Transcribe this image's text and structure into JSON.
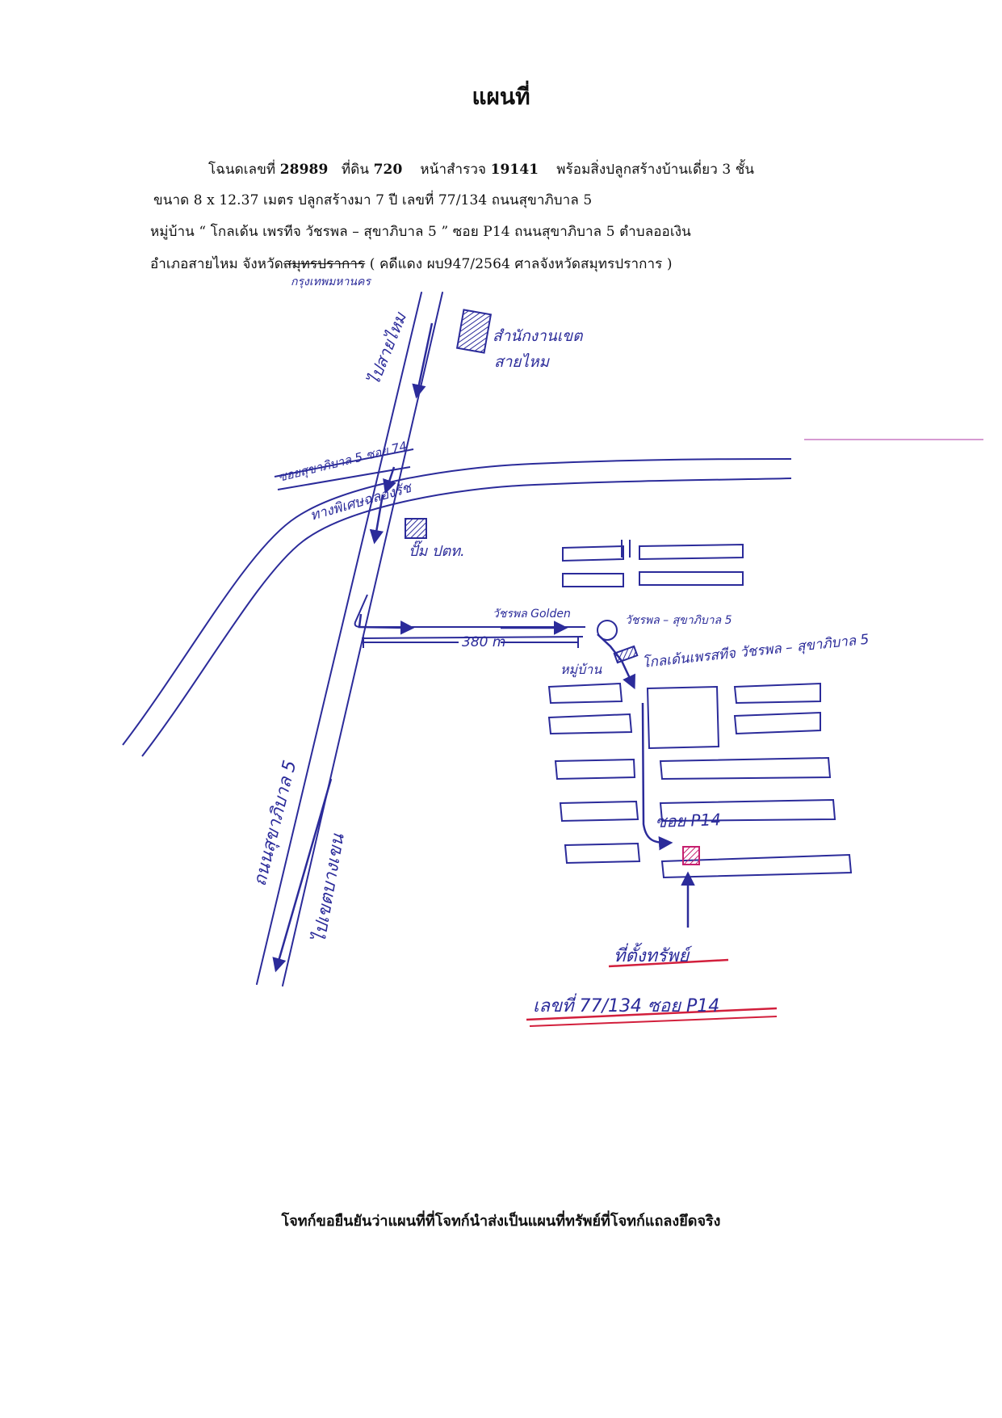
{
  "title": "แผนที่",
  "header": {
    "line1": {
      "deed_label": "โฉนดเลขที่",
      "deed_no": "28989",
      "land_label": "ที่ดิน",
      "land_no": "720",
      "survey_label": "หน้าสำรวจ",
      "survey_no": "19141",
      "building": "พร้อมสิ่งปลูกสร้างบ้านเดี่ยว 3 ชั้น"
    },
    "line2": "ขนาด 8  x 12.37  เมตร   ปลูกสร้างมา 7  ปี  เลขที่  77/134  ถนนสุขาภิบาล 5",
    "line3": "หมู่บ้าน “ โกลเด้น เพรทีจ วัชรพล – สุขาภิบาล 5  ”  ซอย  P14   ถนนสุขาภิบาล 5  ตำบลออเงิน",
    "line4_a": "อำเภอสายไหม  จังหวัด",
    "line4_struck": "สมุทรปราการ",
    "line4_b": "   (  คดีแดง ผบ947/2564  ศาลจังหวัดสมุทรปราการ )"
  },
  "map_labels": {
    "correction": "กรุงเทพมหานคร",
    "to_saimai": "ไปสายไหม",
    "office": "สำนักงานเขต",
    "office2": "สายไหม",
    "soi_road": "ซอยสุขาภิบาล 5 ซอย 74",
    "expressway": "ทางพิเศษฉลองรัช",
    "gas_station": "ปั๊ม ปตท.",
    "village_name": "วัชรพล Golden",
    "village_road": "วัชรพล – สุขาภิบาล 5",
    "distance": "380 m",
    "village_sign": "โกลเด้นเพรสทีจ วัชรพล – สุขาภิบาล 5",
    "village_label": "หมู่บ้าน",
    "main_road": "ถนนสุขาภิบาล 5",
    "to_bangkhen": "ไปเขตบางเขน",
    "soi_p14": "ซอย P14",
    "property_label": "ที่ตั้งทรัพย์",
    "address": "เลขที่ 77/134  ซอย P14"
  },
  "footer": "โจทก์ขอยืนยันว่าแผนที่ที่โจทก์นำส่งเป็นแผนที่ทรัพย์ที่โจทก์แถลงยึดจริง",
  "colors": {
    "ink": "#2b2b9a",
    "property": "#c61f6e",
    "underline": "#d21f3c",
    "text": "#111111"
  }
}
